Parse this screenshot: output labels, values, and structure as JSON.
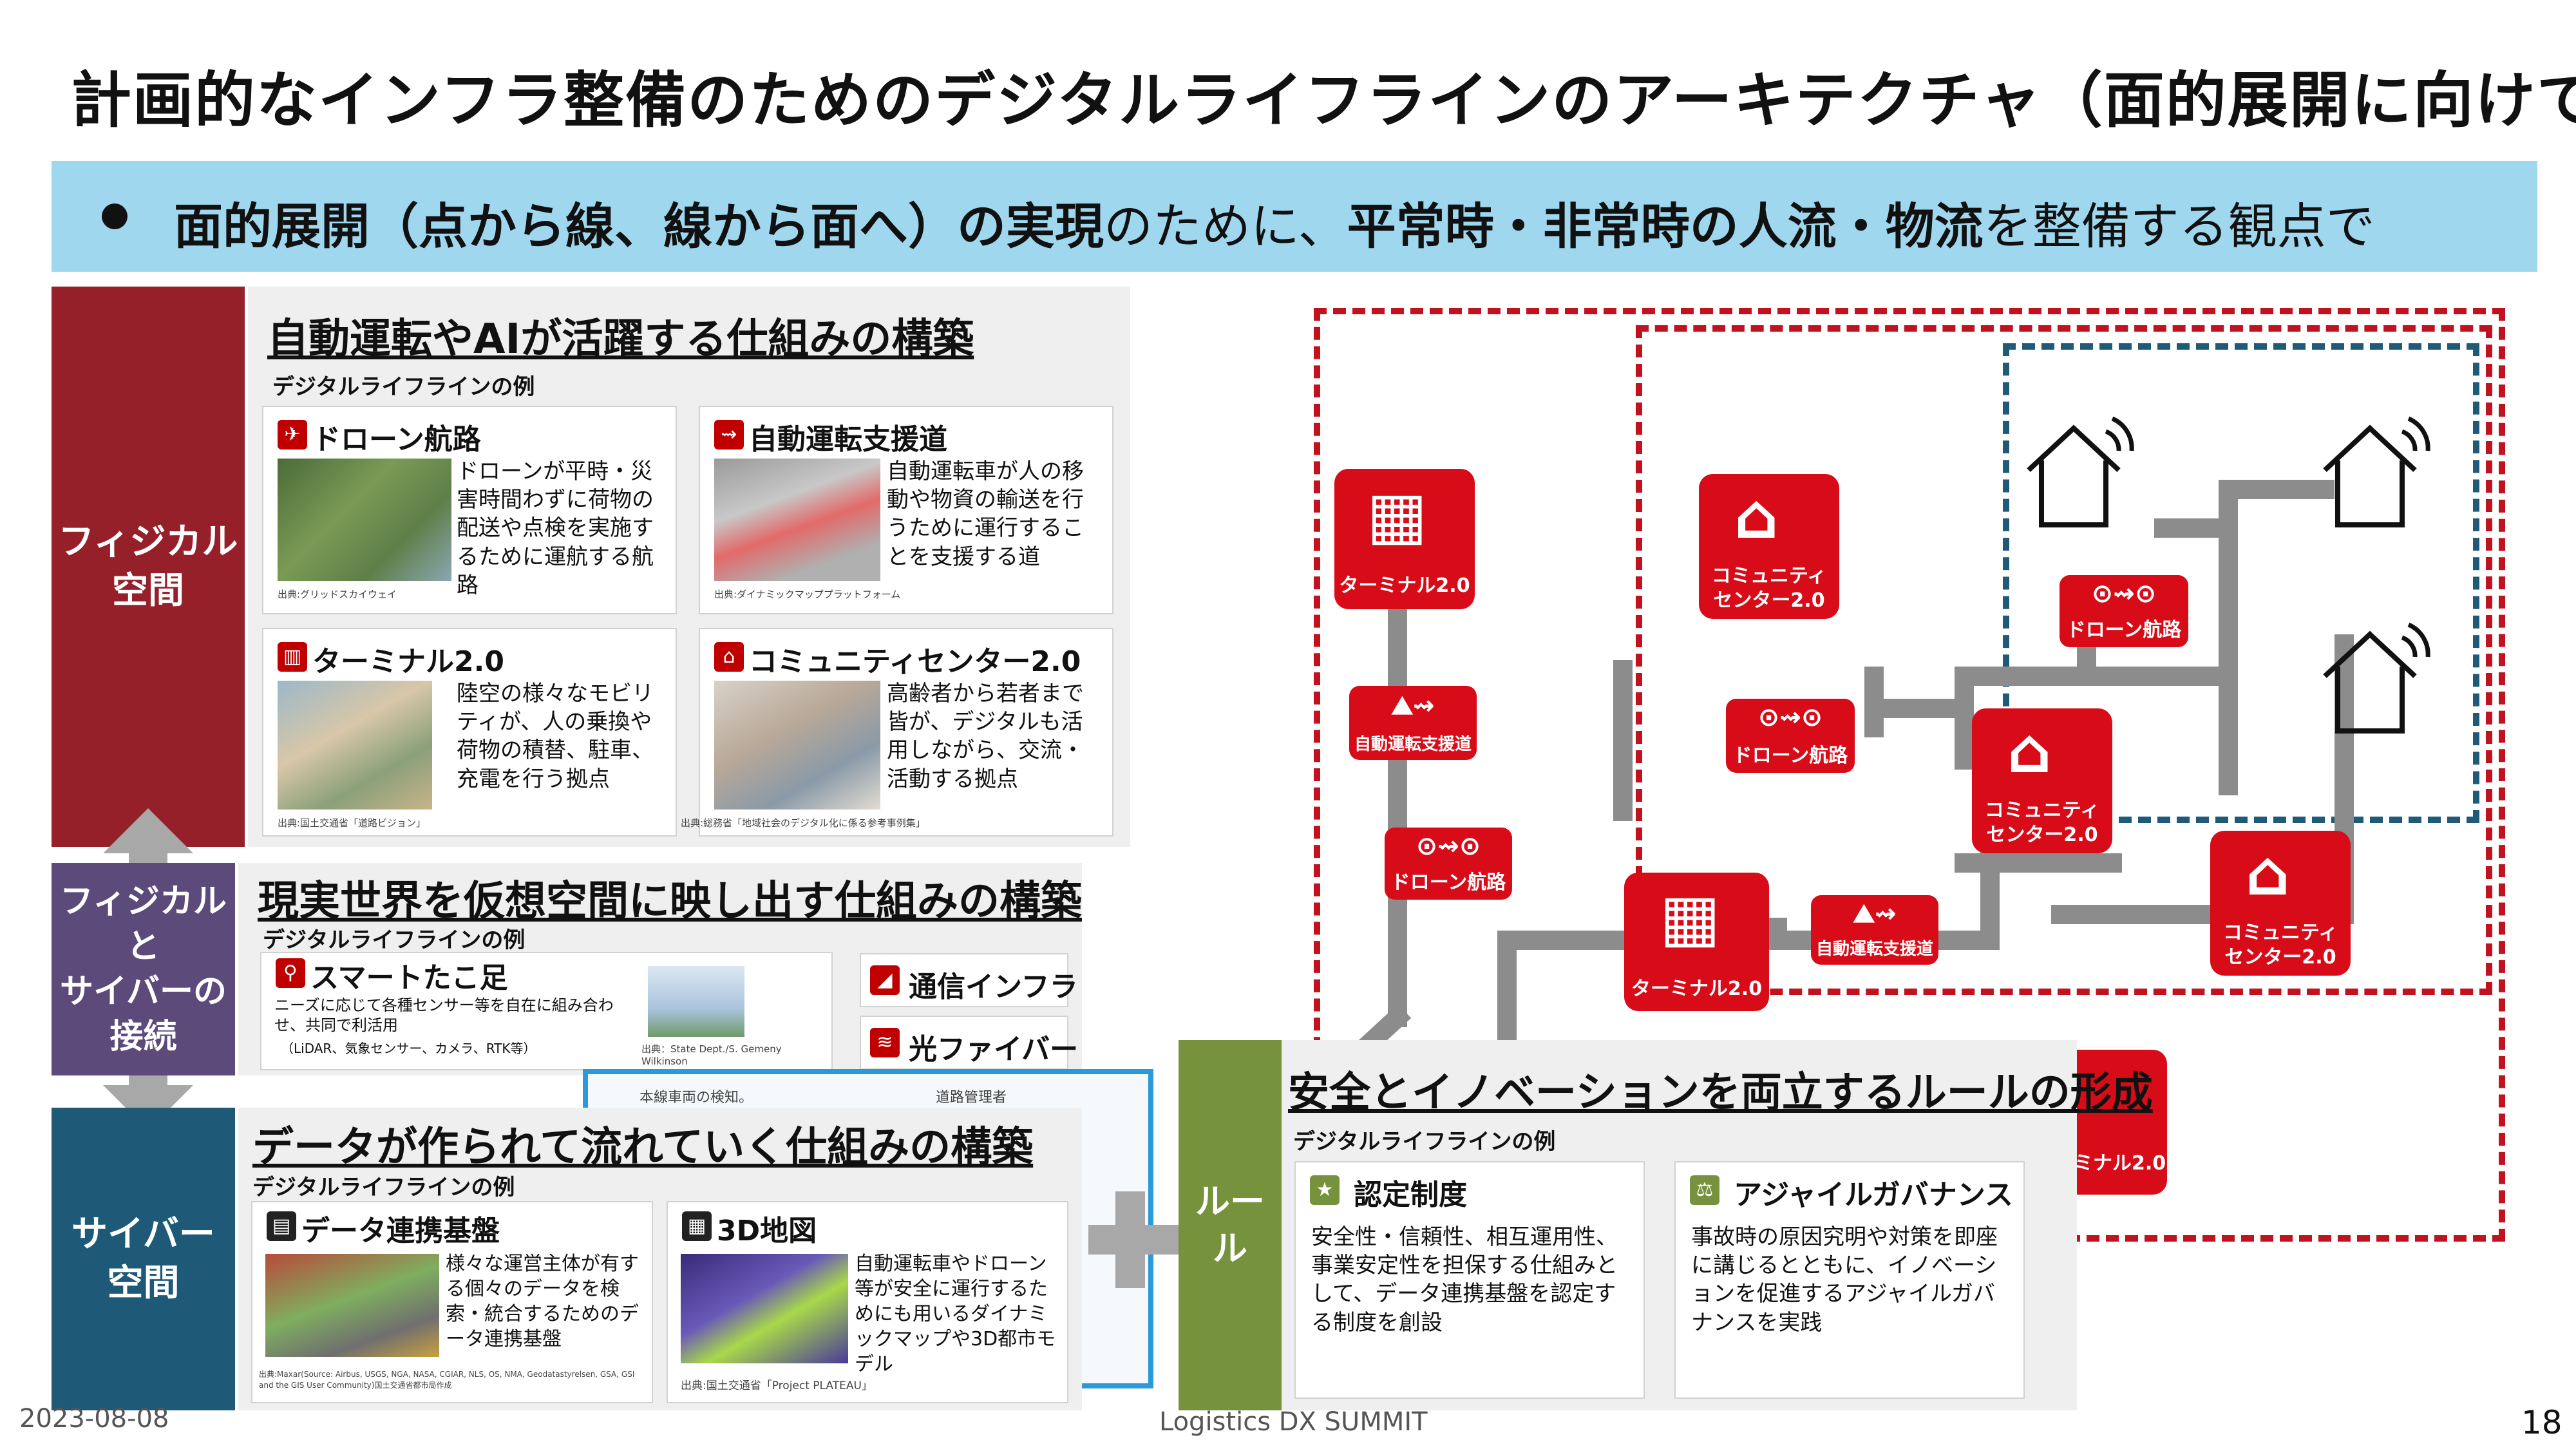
{
  "title": "計画的なインフラ整備のためのデジタルライフラインのアーキテクチャ（面的展開に向けて）",
  "banner": {
    "part1": "面的展開（点から線、線から面へ）の実現",
    "part2": "のために、",
    "part3": "平常時・非常時の人流・物流",
    "part4": "を整備する観点で"
  },
  "physical": {
    "band": "フィジカル\n空間",
    "heading": "自動運転やAIが活躍する仕組みの構築",
    "example_label": "デジタルライフラインの例",
    "cards": [
      {
        "title": "ドローン航路",
        "desc": "ドローンが平時・災害時間わずに荷物の配送や点検を実施するために運航する航路",
        "source": "出典:グリッドスカイウェイ"
      },
      {
        "title": "自動運転支援道",
        "desc": "自動運転車が人の移動や物資の輸送を行うために運行することを支援する道",
        "source": "出典:ダイナミックマッププラットフォーム"
      },
      {
        "title": "ターミナル2.0",
        "desc": "陸空の様々なモビリティが、人の乗換や荷物の積替、駐車、充電を行う拠点",
        "source": "出典:国土交通省「道路ビジョン」"
      },
      {
        "title": "コミュニティセンター2.0",
        "desc": "高齢者から若者まで皆が、デジタルも活用しながら、交流・活動する拠点",
        "source": "出典:総務省「地域社会のデジタル化に係る参考事例集」"
      }
    ]
  },
  "connection": {
    "band": "フィジカルと\nサイバーの\n接続",
    "heading": "現実世界を仮想空間に映し出す仕組みの構築",
    "example_label": "デジタルライフラインの例",
    "card": {
      "title": "スマートたこ足",
      "desc": "ニーズに応じて各種センサー等を自在に組み合わせ、共同で利活用",
      "desc2": "（LiDAR、気象センサー、カメラ、RTK等）",
      "source": "出典：State Dept./S. Gemeny Wilkinson"
    },
    "small": [
      "通信インフラ",
      "光ファイバー"
    ],
    "hidden_text": [
      "本線車両の検知。",
      "道路管理者"
    ]
  },
  "cyber": {
    "band": "サイバー\n空間",
    "heading": "データが作られて流れていく仕組みの構築",
    "example_label": "デジタルライフラインの例",
    "cards": [
      {
        "title": "データ連携基盤",
        "desc": "様々な運営主体が有する個々のデータを検索・統合するためのデータ連携基盤",
        "source": "出典:Maxar(Source: Airbus, USGS, NGA, NASA, CGIAR, NLS, OS, NMA, Geodatastyrelsen, GSA, GSI and the GIS User Community)国土交通省都市局作成"
      },
      {
        "title": "3D地図",
        "desc": "自動運転車やドローン等が安全に運行するためにも用いるダイナミックマップや3D都市モデル",
        "source": "出典:国土交通省「Project PLATEAU」"
      }
    ]
  },
  "rule": {
    "band": "ルール",
    "heading": "安全とイノベーションを両立するルールの形成",
    "example_label": "デジタルライフラインの例",
    "cards": [
      {
        "title": "認定制度",
        "desc": "安全性・信頼性、相互運用性、事業安定性を担保する仕組みとして、データ連携基盤を認定する制度を創設"
      },
      {
        "title": "アジャイルガバナンス",
        "desc": "事故時の原因究明や対策を即座に講じるとともに、イノベーションを促進するアジャイルガバナンスを実践"
      }
    ]
  },
  "map": {
    "terminal1": "ターミナル2.0",
    "terminal2": "ターミナル2.0",
    "terminal3": "ミナル2.0",
    "community1": "コミュニティ\nセンター2.0",
    "community2": "コミュニティ\nセンター2.0",
    "community3": "コミュニティ\nセンター2.0",
    "road1": "自動運転支援道",
    "road2": "自動運転支援道",
    "drone1": "ドローン航路",
    "drone2": "ドローン航路",
    "drone3": "ドローン航路"
  },
  "footer": {
    "date": "2023-08-08",
    "event": "Logistics DX SUMMIT",
    "page": "18"
  },
  "colors": {
    "physical": "#96202a",
    "connection": "#5b4a7a",
    "cyber": "#1e5a78",
    "rule": "#76923c",
    "accent_red": "#d80c18",
    "banner": "#9fd7ee",
    "dash_blue": "#1f5a78"
  }
}
